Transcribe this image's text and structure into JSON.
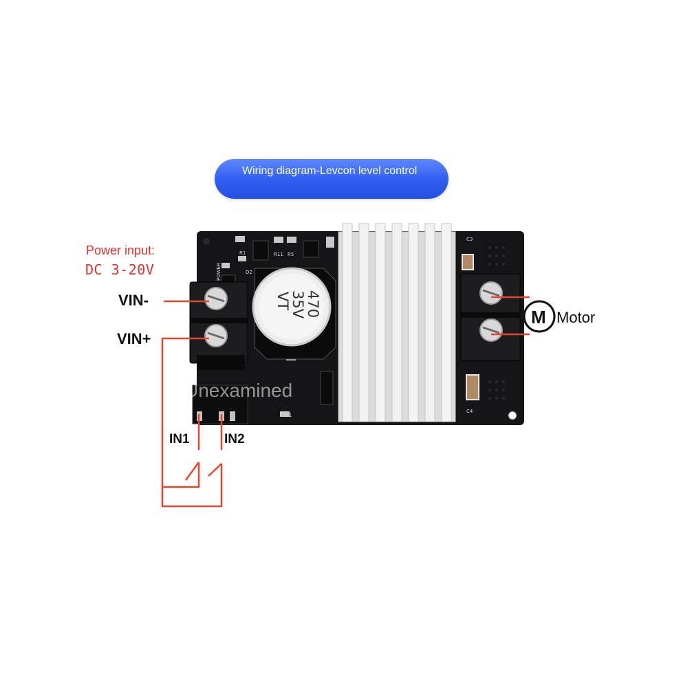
{
  "header": {
    "title": "Wiring diagram-Levcon level control"
  },
  "power": {
    "title": "Power input:",
    "range": "DC 3-20V"
  },
  "terminals": {
    "vin_minus": "VIN-",
    "vin_plus": "VIN+"
  },
  "inputs": {
    "in1": "IN1",
    "in2": "IN2"
  },
  "motor": {
    "symbol": "M",
    "label": "Motor"
  },
  "capacitor": {
    "line1": "470",
    "line2": "35V",
    "line3": "VT"
  },
  "silkscreen": {
    "power": "POWER",
    "c3": "C3",
    "c4": "C4",
    "d2": "D2",
    "r5": "R5",
    "r11": "R11",
    "r1": "R1",
    "l1": "L1"
  },
  "watermark": "Unexamined",
  "colors": {
    "wire": "#e8452f",
    "board": "#151517",
    "accent": "#3a66f5",
    "label_red": "#e0302a"
  }
}
